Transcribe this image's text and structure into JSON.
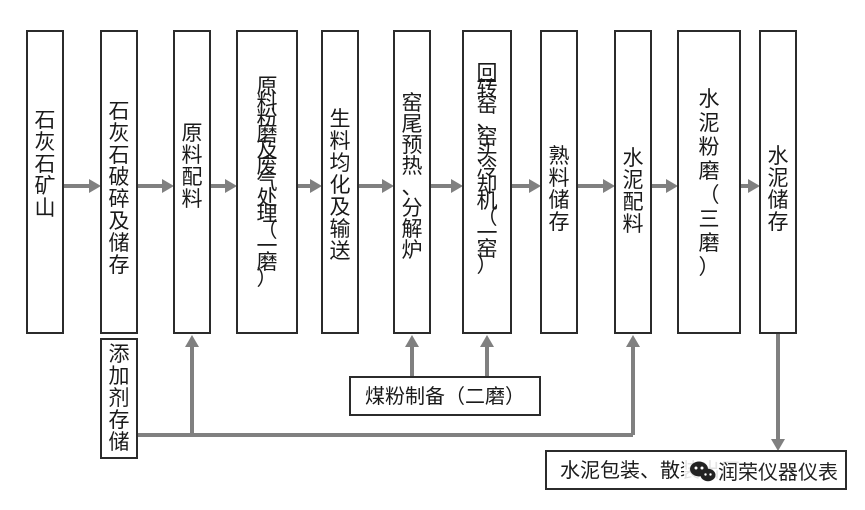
{
  "process_steps": [
    {
      "id": "limestone-mine",
      "label": "石灰石矿山"
    },
    {
      "id": "limestone-crushing-storage",
      "label": "石灰石破碎及储存"
    },
    {
      "id": "raw-material-batching",
      "label": "原料配料"
    },
    {
      "id": "raw-material-grinding",
      "label": "原料粉磨及废气处理（一磨）"
    },
    {
      "id": "raw-meal-homogenization",
      "label": "生料均化及输送"
    },
    {
      "id": "kiln-tail-preheating",
      "label": "窑尾预热、分解炉"
    },
    {
      "id": "rotary-kiln-cooler",
      "label": "回转窑、窑头冷却机（一窑）"
    },
    {
      "id": "clinker-storage",
      "label": "熟料储存"
    },
    {
      "id": "cement-batching",
      "label": "水泥配料"
    },
    {
      "id": "cement-grinding",
      "label": "水泥粉磨（三磨）"
    },
    {
      "id": "cement-storage",
      "label": "水泥储存"
    }
  ],
  "additive_storage": {
    "label": "添加剂存储"
  },
  "coal_preparation": {
    "label": "煤粉制备（二磨）"
  },
  "packaging": {
    "label": "水泥包装、散装出厂"
  },
  "watermark": {
    "label": "润荣仪器仪表",
    "icon": "wechat-icon"
  },
  "colors": {
    "box_border": "#2b2b2b",
    "arrow": "#808080",
    "text": "#1a1a1a"
  }
}
